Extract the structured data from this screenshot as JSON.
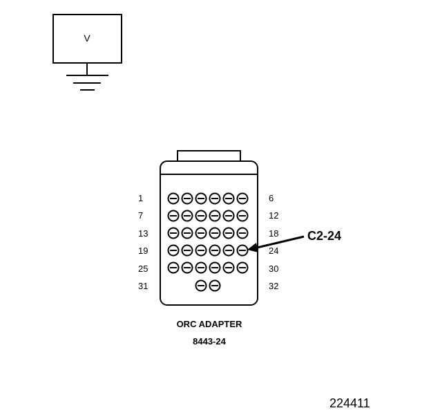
{
  "meter": {
    "label": "V"
  },
  "connector": {
    "row_start_labels": [
      "1",
      "7",
      "13",
      "19",
      "25",
      "31"
    ],
    "row_end_labels": [
      "6",
      "12",
      "18",
      "24",
      "30",
      "32"
    ],
    "pins_per_row": [
      6,
      6,
      6,
      6,
      6,
      2
    ]
  },
  "callout": {
    "label": "C2-24"
  },
  "caption": {
    "title": "ORC ADAPTER",
    "part_number": "8443-24"
  },
  "figure_id": "224411",
  "colors": {
    "line": "#000000",
    "background": "#ffffff"
  }
}
